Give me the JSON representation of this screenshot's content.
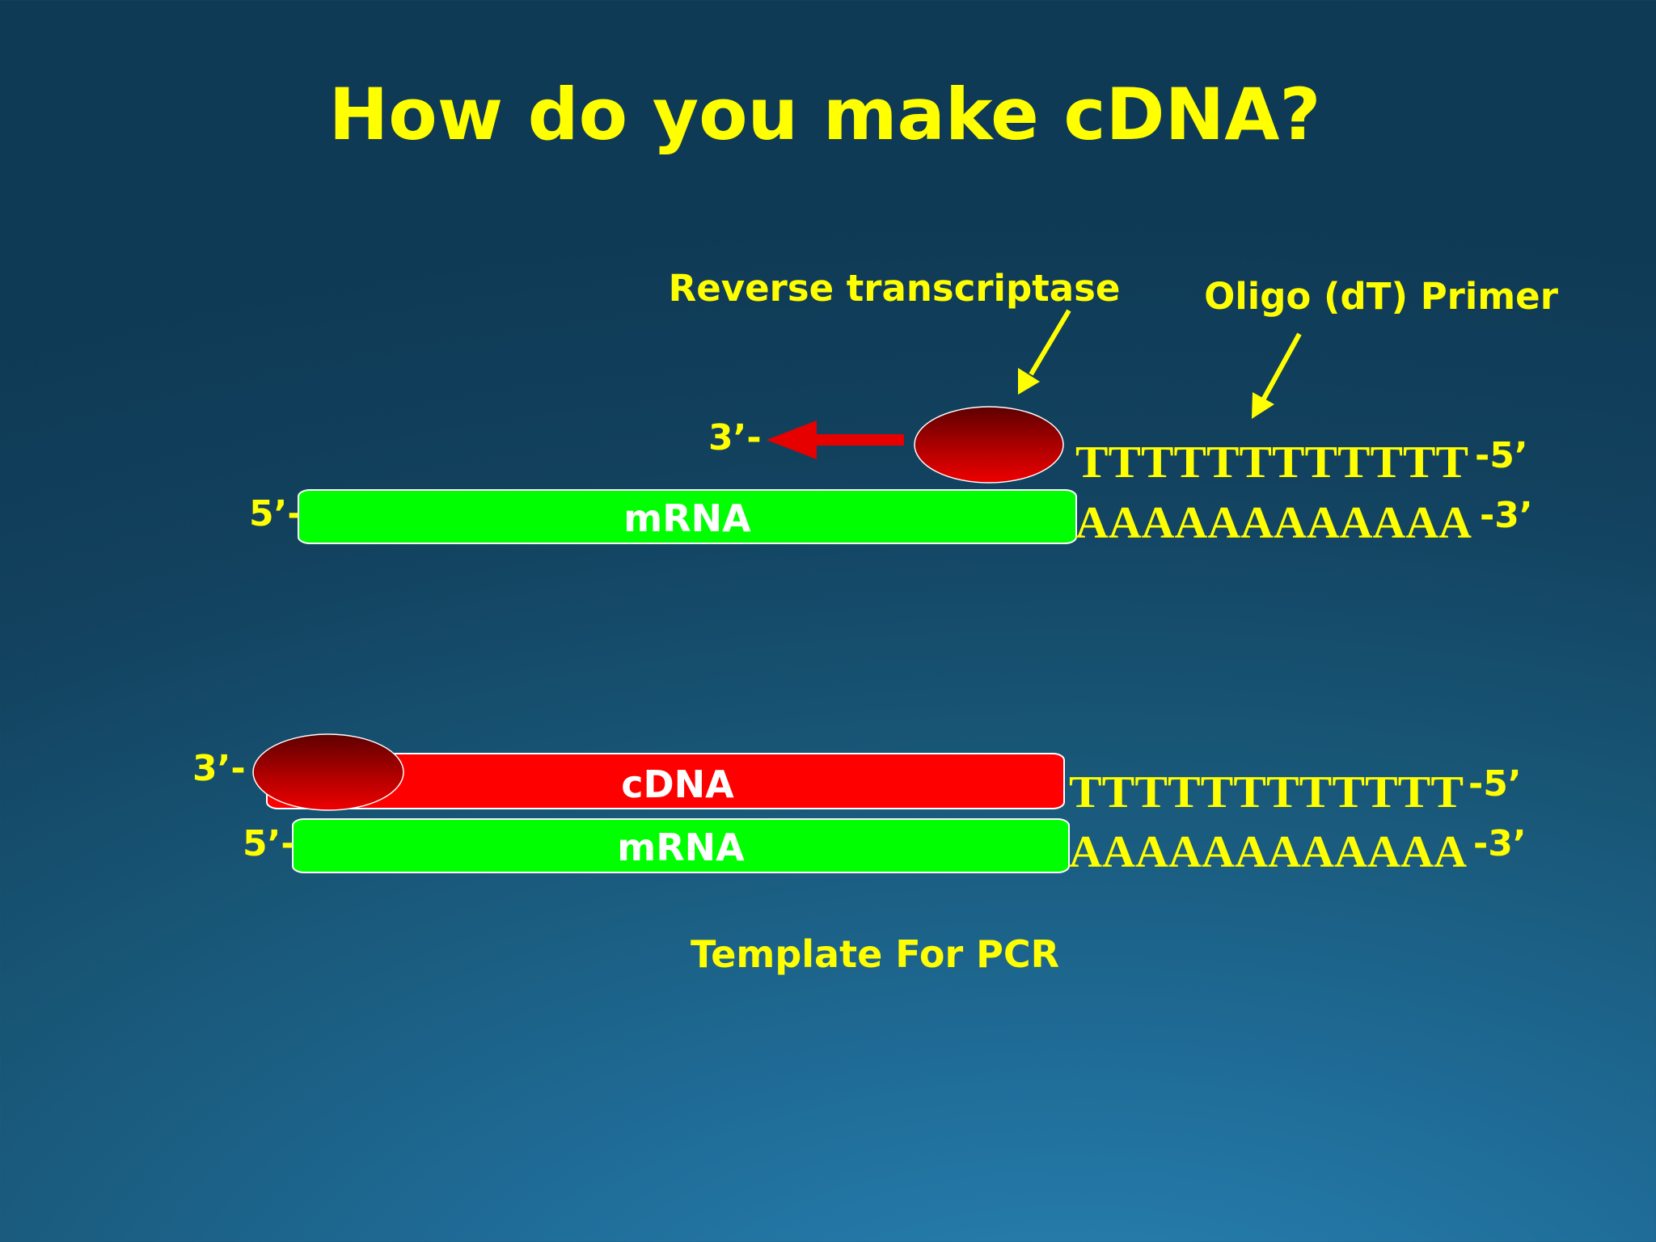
{
  "title": "How do you make cDNA?",
  "labels": {
    "reverse_transcriptase": "Reverse transcriptase",
    "oligo_dt_primer": "Oligo (dT) Primer",
    "template_for_pcr": "Template For PCR"
  },
  "step1": {
    "synthesis_end": "3’-",
    "mrna_end": "5’-",
    "mrna_label": "mRNA",
    "primer_seq": "TTTTTTTTTTTT",
    "primer_end": "-5’",
    "polya_seq": "AAAAAAAAAAAA",
    "polya_end": "-3’"
  },
  "step2": {
    "cdna_end": "3’-",
    "cdna_label": "cDNA",
    "mrna_end": "5’-",
    "mrna_label": "mRNA",
    "primer_seq": "TTTTTTTTTTTT",
    "primer_end": "-5’",
    "polya_seq": "AAAAAAAAAAAA",
    "polya_end": "-3’"
  },
  "colors": {
    "background": "#174d6e",
    "text_yellow": "#ffff00",
    "mrna_green": "#00ff00",
    "cdna_red": "#ff0000",
    "enzyme_dark_red": "#8b0000",
    "arrow_red": "#e60000"
  }
}
